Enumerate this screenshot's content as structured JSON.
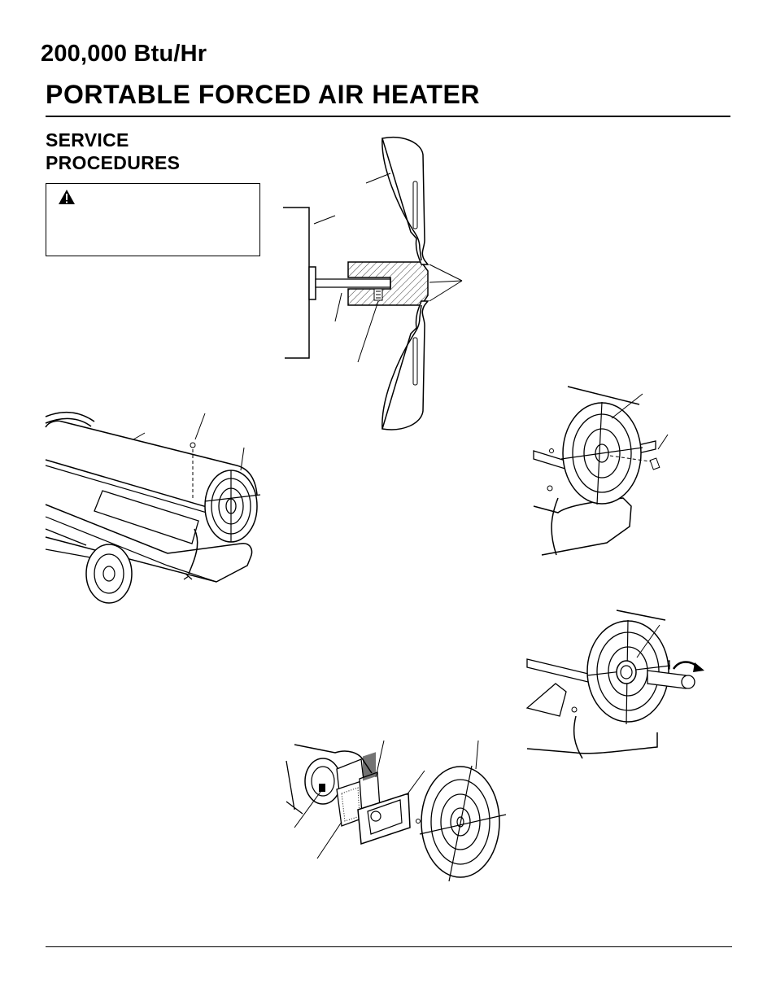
{
  "header": {
    "subtitle": "200,000 Btu/Hr",
    "title": "PORTABLE FORCED AIR HEATER"
  },
  "section": {
    "line1": "SERVICE",
    "line2": "PROCEDURES"
  },
  "warning": {
    "icon": "warning-triangle-icon"
  },
  "figures": [
    {
      "id": "fan-blade-cross-section",
      "icon": "fan-blade-diagram"
    },
    {
      "id": "heater-upper-shell",
      "icon": "heater-illustration"
    },
    {
      "id": "fan-guard-set-screw",
      "icon": "fan-guard-illustration"
    },
    {
      "id": "fan-removal-tool",
      "icon": "fan-guard-illustration"
    },
    {
      "id": "filter-assembly-exploded",
      "icon": "filter-exploded-illustration"
    }
  ]
}
